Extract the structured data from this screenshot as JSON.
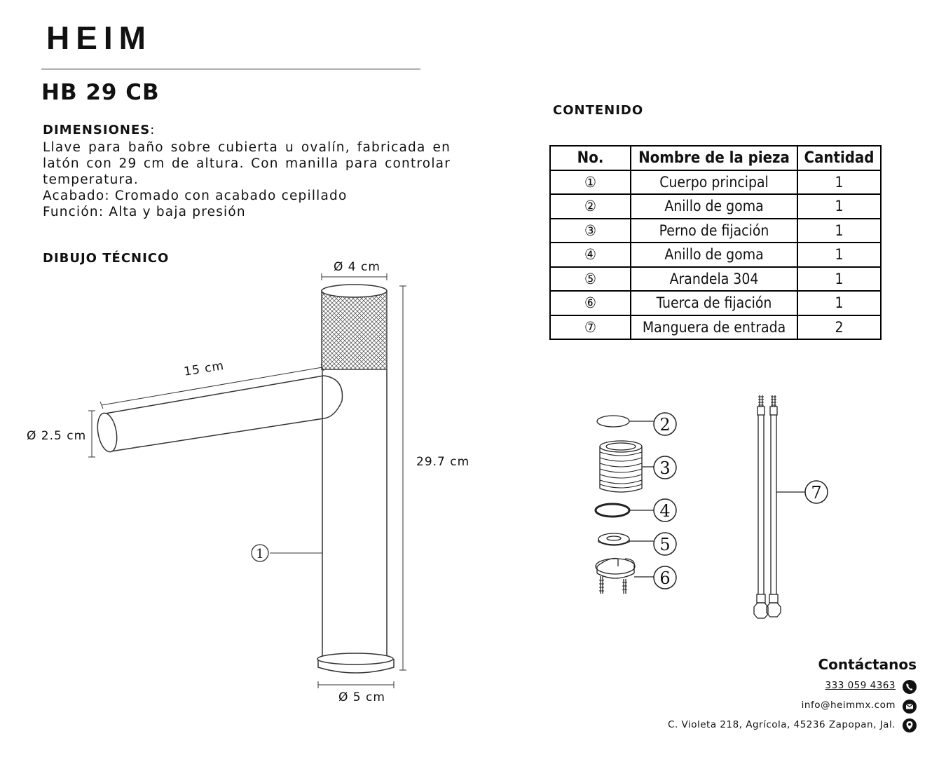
{
  "brand": {
    "logo": "HEIM"
  },
  "product": {
    "model": "HB 29 CB"
  },
  "dimensions": {
    "heading": "DIMENSIONES",
    "description": "Llave para baño sobre cubierta u ovalín, fabricada en latón con 29 cm de altura. Con manilla para controlar temperatura.",
    "finish": "Acabado: Cromado con acabado cepillado",
    "function": "Función: Alta y baja presión"
  },
  "drawing": {
    "heading": "DIBUJO TÉCNICO",
    "top_diameter": "Ø 4 cm",
    "spout_length": "15 cm",
    "spout_diameter": "Ø 2.5 cm",
    "height": "29.7 cm",
    "base_diameter": "Ø 5 cm",
    "callout_body": "1"
  },
  "contents": {
    "heading": "CONTENIDO",
    "columns": [
      "No.",
      "Nombre de la pieza",
      "Cantidad"
    ],
    "rows": [
      {
        "no": "①",
        "name": "Cuerpo principal",
        "qty": "1"
      },
      {
        "no": "②",
        "name": "Anillo de goma",
        "qty": "1"
      },
      {
        "no": "③",
        "name": "Perno de fijación",
        "qty": "1"
      },
      {
        "no": "④",
        "name": "Anillo de goma",
        "qty": "1"
      },
      {
        "no": "⑤",
        "name": "Arandela 304",
        "qty": "1"
      },
      {
        "no": "⑥",
        "name": "Tuerca de fijación",
        "qty": "1"
      },
      {
        "no": "⑦",
        "name": "Manguera de entrada",
        "qty": "2"
      }
    ],
    "callouts": [
      "2",
      "3",
      "4",
      "5",
      "6",
      "7"
    ]
  },
  "contact": {
    "heading": "Contáctanos",
    "phone": "333 059 4363",
    "email": "info@heimmx.com",
    "address": "C. Violeta 218, Agrícola, 45236 Zapopan, Jal."
  },
  "icons": {
    "phone": "phone-icon",
    "email": "mail-icon",
    "address": "location-pin-icon"
  }
}
